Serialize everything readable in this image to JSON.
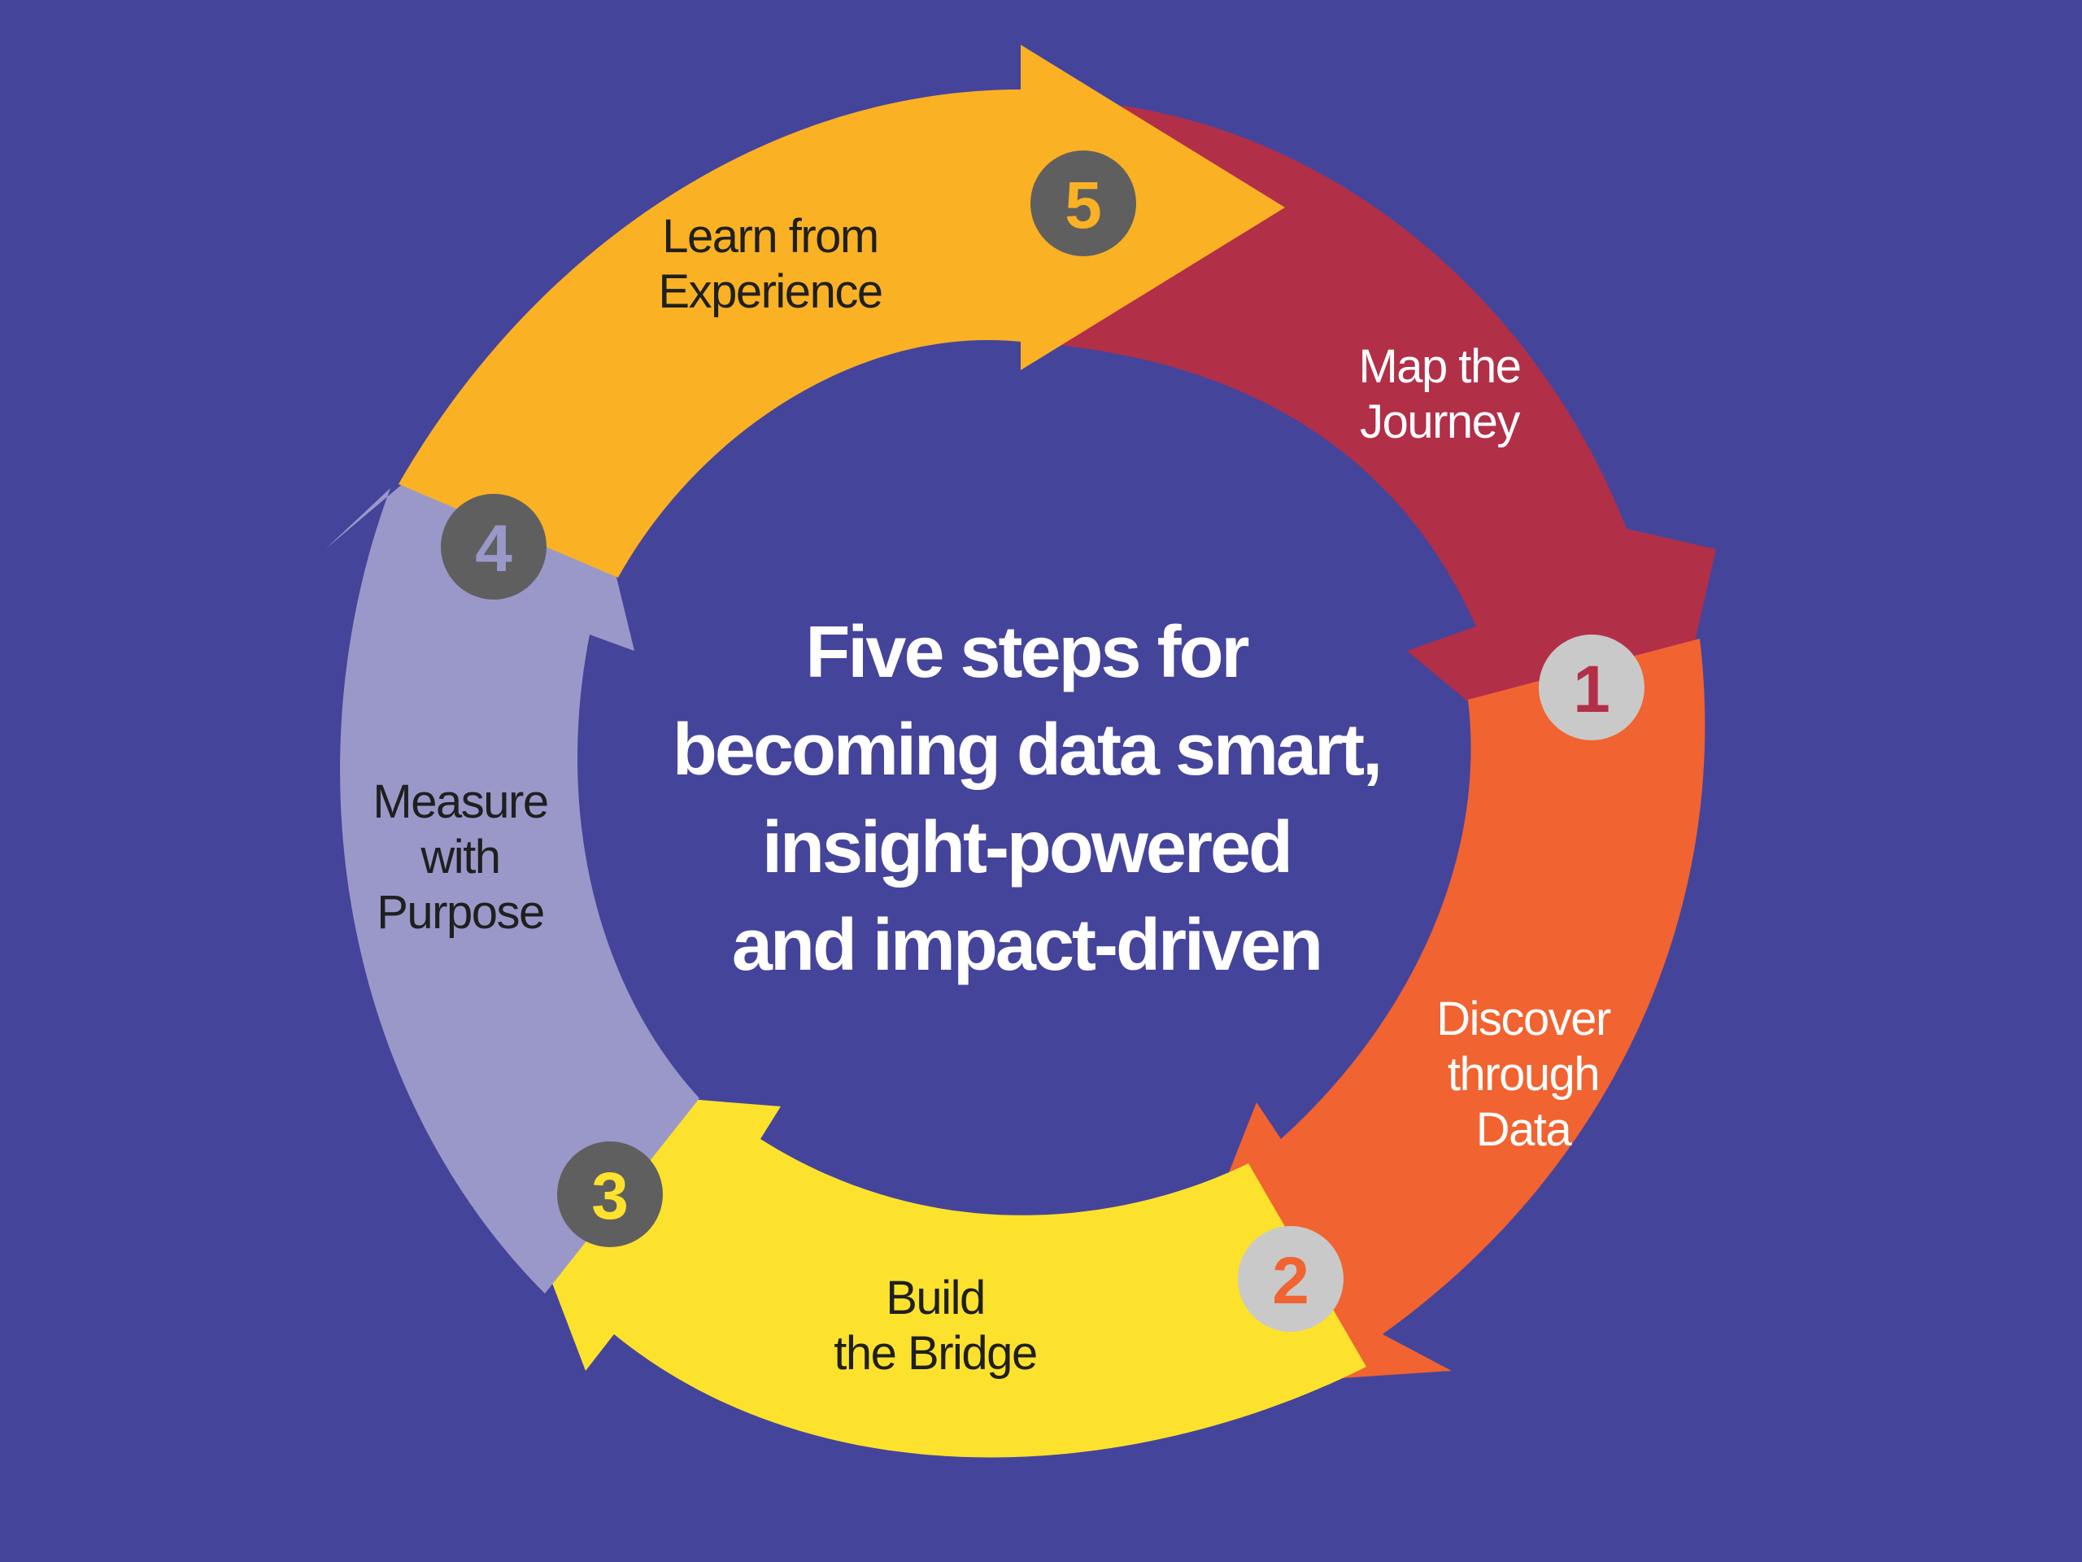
{
  "colors": {
    "background": "#45449b",
    "step1": "#b22f48",
    "step2": "#f16330",
    "step3": "#fce22d",
    "step4": "#9a98c9",
    "step5": "#fab124",
    "badge_dark": "#5f5f5f",
    "badge_light": "#c9c9c9"
  },
  "center": {
    "line1": "Five steps for",
    "line2": "becoming data smart,",
    "line3": "insight-powered",
    "line4": "and impact-driven"
  },
  "steps": [
    {
      "number": "1",
      "line1": "Map the",
      "line2": "Journey",
      "line3": ""
    },
    {
      "number": "2",
      "line1": "Discover",
      "line2": "through",
      "line3": "Data"
    },
    {
      "number": "3",
      "line1": "Build",
      "line2": "the Bridge",
      "line3": ""
    },
    {
      "number": "4",
      "line1": "Measure",
      "line2": "with",
      "line3": "Purpose"
    },
    {
      "number": "5",
      "line1": "Learn from",
      "line2": "Experience",
      "line3": ""
    }
  ]
}
